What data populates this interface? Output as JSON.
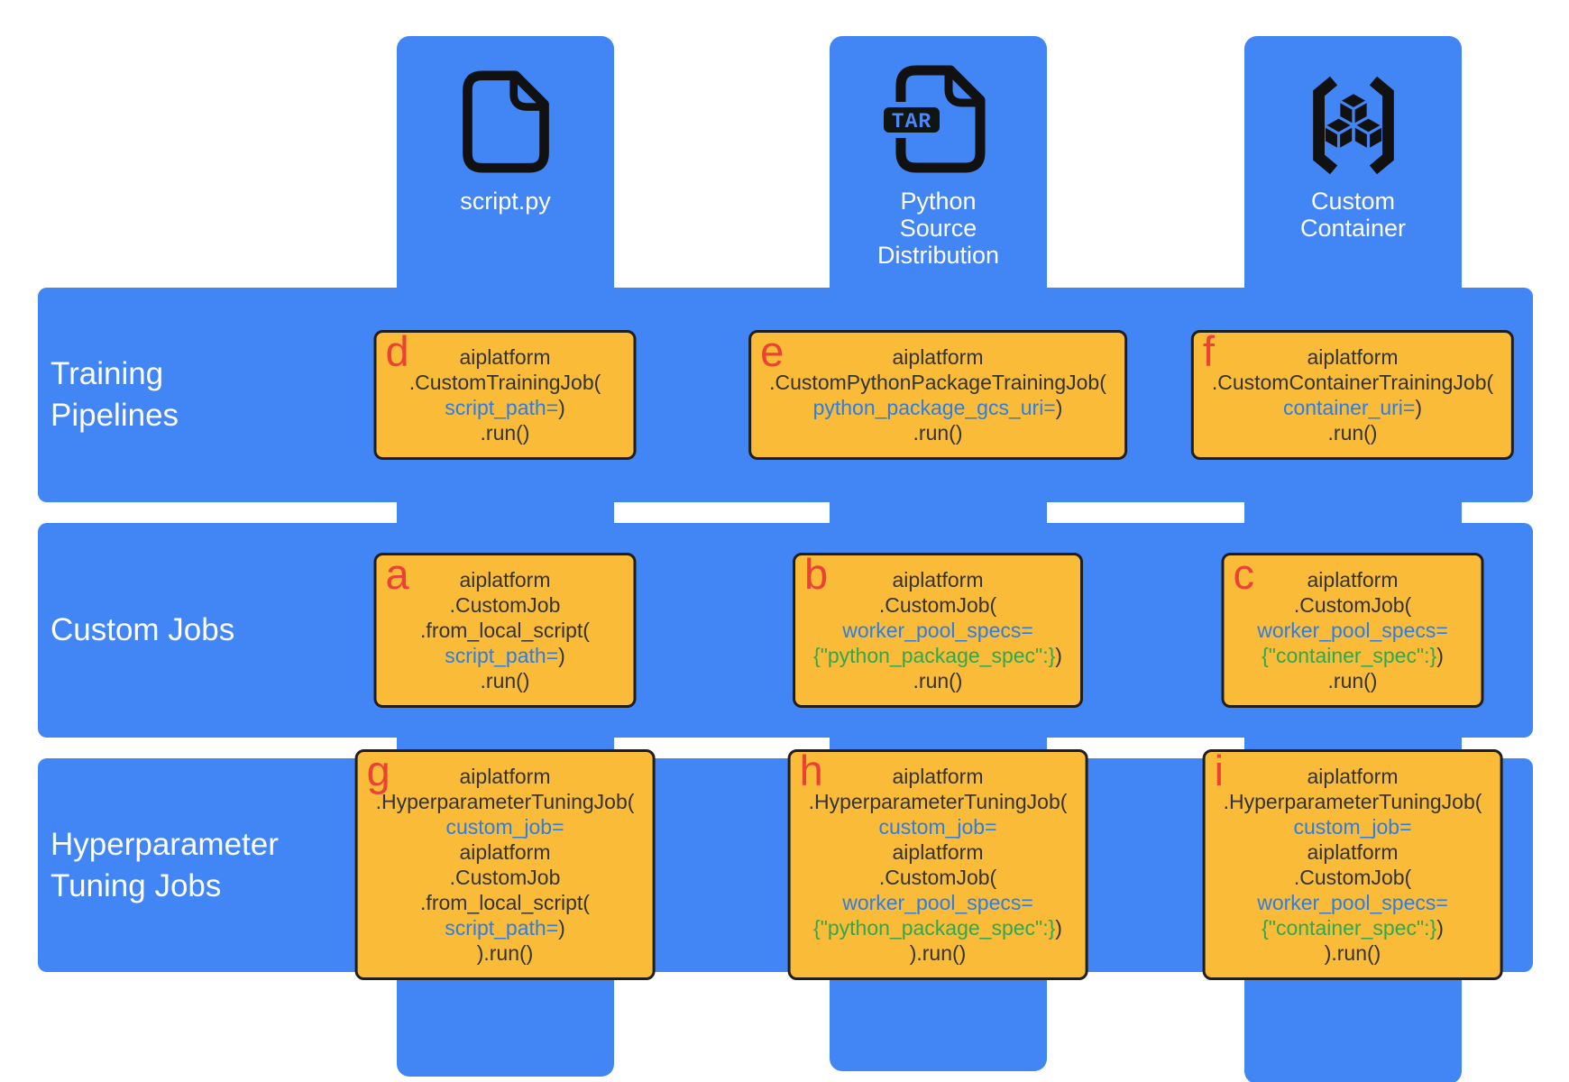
{
  "colors": {
    "blue": "#4285F4",
    "yellow": "#F9BB38",
    "red": "#EA4335",
    "code-dark": "#333333",
    "code-blue": "#2B7DE9",
    "code-green": "#2FA84F",
    "icon-black": "#111111",
    "white": "#FFFFFF"
  },
  "columns": [
    {
      "icon": "file-document-icon",
      "label_lines": [
        "script.py"
      ]
    },
    {
      "icon": "tar-file-icon",
      "badge": "TAR",
      "label_lines": [
        "Python",
        "Source",
        "Distribution"
      ]
    },
    {
      "icon": "container-icon",
      "label_lines": [
        "Custom",
        "Container"
      ]
    }
  ],
  "rows": [
    {
      "label_lines": [
        "Training",
        "Pipelines"
      ]
    },
    {
      "label_lines": [
        "Custom Jobs"
      ]
    },
    {
      "label_lines": [
        "Hyperparameter",
        "Tuning Jobs"
      ]
    }
  ],
  "cells": [
    {
      "letter": "d",
      "lines": [
        [
          {
            "t": "aiplatform",
            "c": "dark"
          }
        ],
        [
          {
            "t": ".CustomTrainingJob(",
            "c": "dark"
          }
        ],
        [
          {
            "t": "script_path=",
            "c": "blue"
          },
          {
            "t": ")",
            "c": "dark"
          }
        ],
        [
          {
            "t": ".run()",
            "c": "dark"
          }
        ]
      ]
    },
    {
      "letter": "e",
      "lines": [
        [
          {
            "t": "aiplatform",
            "c": "dark"
          }
        ],
        [
          {
            "t": ".CustomPythonPackageTrainingJob(",
            "c": "dark"
          }
        ],
        [
          {
            "t": "python_package_gcs_uri=",
            "c": "blue"
          },
          {
            "t": ")",
            "c": "dark"
          }
        ],
        [
          {
            "t": ".run()",
            "c": "dark"
          }
        ]
      ]
    },
    {
      "letter": "f",
      "lines": [
        [
          {
            "t": "aiplatform",
            "c": "dark"
          }
        ],
        [
          {
            "t": ".CustomContainerTrainingJob(",
            "c": "dark"
          }
        ],
        [
          {
            "t": "container_uri=",
            "c": "blue"
          },
          {
            "t": ")",
            "c": "dark"
          }
        ],
        [
          {
            "t": ".run()",
            "c": "dark"
          }
        ]
      ]
    },
    {
      "letter": "a",
      "lines": [
        [
          {
            "t": "aiplatform",
            "c": "dark"
          }
        ],
        [
          {
            "t": ".CustomJob",
            "c": "dark"
          }
        ],
        [
          {
            "t": ".from_local_script(",
            "c": "dark"
          }
        ],
        [
          {
            "t": "script_path=",
            "c": "blue"
          },
          {
            "t": ")",
            "c": "dark"
          }
        ],
        [
          {
            "t": ".run()",
            "c": "dark"
          }
        ]
      ]
    },
    {
      "letter": "b",
      "lines": [
        [
          {
            "t": "aiplatform",
            "c": "dark"
          }
        ],
        [
          {
            "t": ".CustomJob(",
            "c": "dark"
          }
        ],
        [
          {
            "t": "worker_pool_specs=",
            "c": "blue"
          }
        ],
        [
          {
            "t": "{\"python_package_spec\":}",
            "c": "green"
          },
          {
            "t": ")",
            "c": "dark"
          }
        ],
        [
          {
            "t": ".run()",
            "c": "dark"
          }
        ]
      ]
    },
    {
      "letter": "c",
      "lines": [
        [
          {
            "t": "aiplatform",
            "c": "dark"
          }
        ],
        [
          {
            "t": ".CustomJob(",
            "c": "dark"
          }
        ],
        [
          {
            "t": "worker_pool_specs=",
            "c": "blue"
          }
        ],
        [
          {
            "t": "{\"container_spec\":}",
            "c": "green"
          },
          {
            "t": ")",
            "c": "dark"
          }
        ],
        [
          {
            "t": ".run()",
            "c": "dark"
          }
        ]
      ]
    },
    {
      "letter": "g",
      "lines": [
        [
          {
            "t": "aiplatform",
            "c": "dark"
          }
        ],
        [
          {
            "t": ".HyperparameterTuningJob(",
            "c": "dark"
          }
        ],
        [
          {
            "t": "custom_job=",
            "c": "blue"
          }
        ],
        [
          {
            "t": "aiplatform",
            "c": "dark"
          }
        ],
        [
          {
            "t": ".CustomJob",
            "c": "dark"
          }
        ],
        [
          {
            "t": ".from_local_script(",
            "c": "dark"
          }
        ],
        [
          {
            "t": "script_path=",
            "c": "blue"
          },
          {
            "t": ")",
            "c": "dark"
          }
        ],
        [
          {
            "t": ").run()",
            "c": "dark"
          }
        ]
      ]
    },
    {
      "letter": "h",
      "lines": [
        [
          {
            "t": "aiplatform",
            "c": "dark"
          }
        ],
        [
          {
            "t": ".HyperparameterTuningJob(",
            "c": "dark"
          }
        ],
        [
          {
            "t": "custom_job=",
            "c": "blue"
          }
        ],
        [
          {
            "t": "aiplatform",
            "c": "dark"
          }
        ],
        [
          {
            "t": ".CustomJob(",
            "c": "dark"
          }
        ],
        [
          {
            "t": "worker_pool_specs=",
            "c": "blue"
          }
        ],
        [
          {
            "t": "{\"python_package_spec\":}",
            "c": "green"
          },
          {
            "t": ")",
            "c": "dark"
          }
        ],
        [
          {
            "t": ").run()",
            "c": "dark"
          }
        ]
      ]
    },
    {
      "letter": "i",
      "lines": [
        [
          {
            "t": "aiplatform",
            "c": "dark"
          }
        ],
        [
          {
            "t": ".HyperparameterTuningJob(",
            "c": "dark"
          }
        ],
        [
          {
            "t": "custom_job=",
            "c": "blue"
          }
        ],
        [
          {
            "t": "aiplatform",
            "c": "dark"
          }
        ],
        [
          {
            "t": ".CustomJob(",
            "c": "dark"
          }
        ],
        [
          {
            "t": "worker_pool_specs=",
            "c": "blue"
          }
        ],
        [
          {
            "t": "{\"container_spec\":}",
            "c": "green"
          },
          {
            "t": ")",
            "c": "dark"
          }
        ],
        [
          {
            "t": ").run()",
            "c": "dark"
          }
        ]
      ]
    }
  ]
}
